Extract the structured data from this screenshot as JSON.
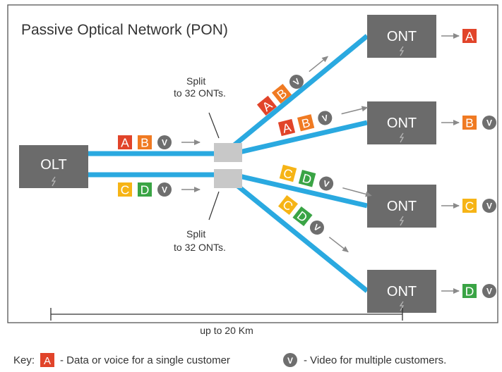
{
  "title": "Passive Optical Network (PON)",
  "olt": {
    "label": "OLT"
  },
  "onts": [
    {
      "label": "ONT",
      "output": "A",
      "video": false
    },
    {
      "label": "ONT",
      "output": "B",
      "video": true
    },
    {
      "label": "ONT",
      "output": "C",
      "video": true
    },
    {
      "label": "ONT",
      "output": "D",
      "video": true
    }
  ],
  "splitters": [
    {
      "label_line1": "Split",
      "label_line2": "to 32 ONTs."
    },
    {
      "label_line1": "Split",
      "label_line2": "to 32 ONTs."
    }
  ],
  "traffic": {
    "upper_feeder": [
      "A",
      "B",
      "V"
    ],
    "lower_feeder": [
      "C",
      "D",
      "V"
    ],
    "branch_a": [
      "A",
      "B",
      "V"
    ],
    "branch_b": [
      "A",
      "B",
      "V"
    ],
    "branch_c": [
      "C",
      "D",
      "V"
    ],
    "branch_d": [
      "C",
      "D",
      "V"
    ]
  },
  "distance": {
    "label": "up to 20 Km"
  },
  "key": {
    "prefix": "Key:",
    "data_symbol": "A",
    "data_text": "- Data or voice for a single customer",
    "video_symbol": "V",
    "video_text": "- Video for multiple customers."
  },
  "colors": {
    "fiber": "#2aa9e0",
    "box": "#6b6b6b",
    "splitter": "#c8c8c8",
    "A": "#e1442a",
    "B": "#f07a22",
    "C": "#f6b416",
    "D": "#3aa445",
    "V": "#6e6e6e",
    "arrow": "#8a8a8a",
    "frame": "#555555"
  }
}
